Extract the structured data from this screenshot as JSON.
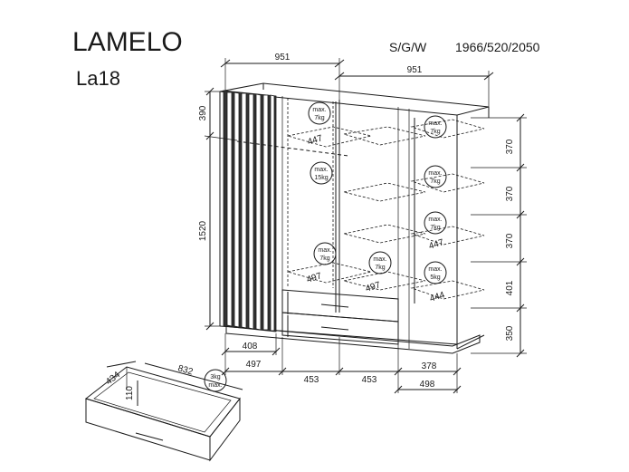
{
  "header": {
    "brand": "LAMELO",
    "model": "La18",
    "dim_label": "S/G/W",
    "dim_values": "1966/520/2050"
  },
  "dimensions": {
    "top_left_width": "951",
    "top_right_width": "951",
    "left_heights": [
      "390",
      "1520"
    ],
    "right_heights": [
      "370",
      "370",
      "370",
      "401",
      "350"
    ],
    "bottom_row1": [
      "408",
      "378"
    ],
    "bottom_row2": [
      "497",
      "453",
      "453",
      "498"
    ]
  },
  "interior_depths": [
    "447",
    "447",
    "497",
    "497",
    "444"
  ],
  "load_labels": [
    {
      "l1": "max.",
      "l2": "7kg"
    },
    {
      "l1": "max.",
      "l2": "15kg"
    },
    {
      "l1": "max.",
      "l2": "7kg"
    },
    {
      "l1": "max.",
      "l2": "7kg"
    },
    {
      "l1": "max.",
      "l2": "7kg"
    },
    {
      "l1": "max.",
      "l2": "7kg"
    },
    {
      "l1": "max.",
      "l2": "7kg"
    },
    {
      "l1": "max.",
      "l2": "5kg"
    }
  ],
  "drawer_detail": {
    "depth": "434",
    "width": "832",
    "height": "110",
    "load": {
      "l1": "3kg",
      "l2": "max."
    }
  }
}
